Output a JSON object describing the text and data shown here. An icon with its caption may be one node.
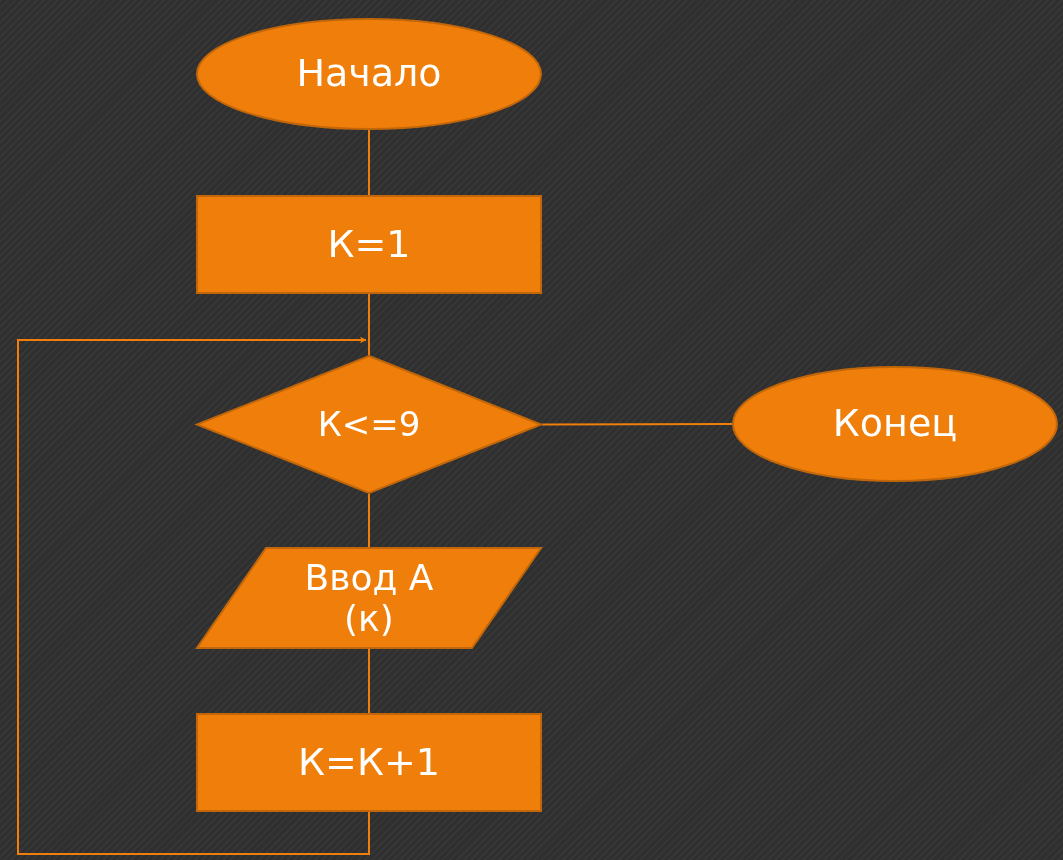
{
  "diagram": {
    "nodes": [
      {
        "text": [
          "Начало"
        ]
      },
      {
        "text": [
          "К=1"
        ]
      },
      {
        "text": [
          "К<=9"
        ]
      },
      {
        "text": [
          "Конец"
        ]
      },
      {
        "text": [
          "Ввод А (к)"
        ]
      },
      {
        "text": [
          "К=К+1"
        ]
      }
    ],
    "edges": [
      {
        "from": 0,
        "to": 1,
        "arrow": "none"
      },
      {
        "from": 1,
        "to": 2,
        "arrow": "none"
      },
      {
        "from": 2,
        "to": 3,
        "arrow": "none"
      },
      {
        "from": 2,
        "to": 4,
        "arrow": "none"
      },
      {
        "from": 4,
        "to": 5,
        "arrow": "none"
      },
      {
        "from": 5,
        "to": 2,
        "arrow": "to"
      }
    ]
  }
}
